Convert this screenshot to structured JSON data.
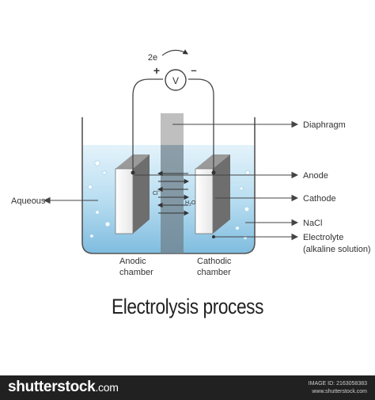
{
  "diagram": {
    "electrons": "2e",
    "plus": "+",
    "minus": "–",
    "voltmeter": "V",
    "diaphragm": "Diaphragm",
    "anode": "Anode",
    "cathode": "Cathode",
    "nacl": "NaCl",
    "electrolyte_line1": "Electrolyte",
    "electrolyte_line2": "(alkaline solution)",
    "aqueous": "Aqueous",
    "anodic_line1": "Anodic",
    "anodic_line2": "chamber",
    "cathodic_line1": "Cathodic",
    "cathodic_line2": "chamber",
    "ion_cl": "Cl",
    "ion_cl_charge": "−",
    "ion_h2o": "H",
    "ion_h2o_sub": "2",
    "ion_h2o_end": "O"
  },
  "title": "Electrolysis process",
  "footer": {
    "brand": "shutterstock",
    "brand_suffix": ".com",
    "image_id": "IMAGE ID: 2163058383",
    "site": "www.shutterstock.com"
  },
  "colors": {
    "liquid_top": "#dceff9",
    "liquid_bottom": "#7fbfe0",
    "electrode": "#6e6e6e",
    "line": "#444444",
    "footer_bg": "#212121"
  }
}
